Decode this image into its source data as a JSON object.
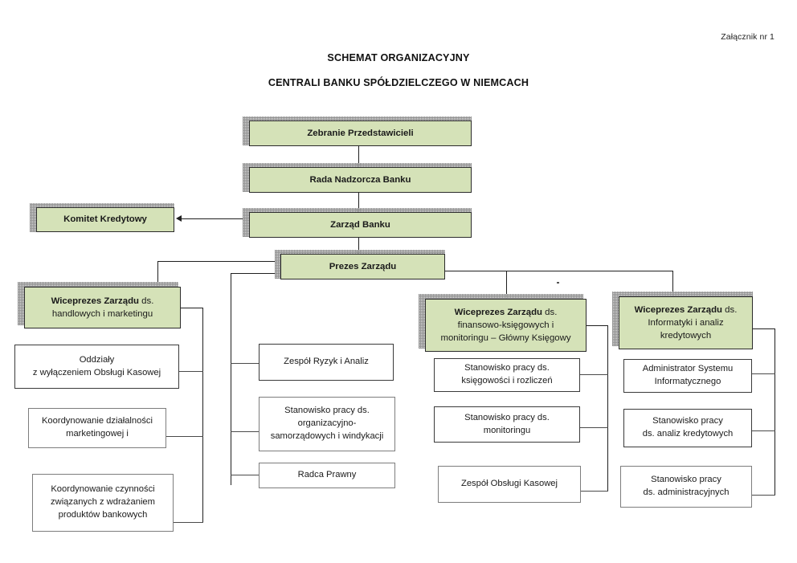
{
  "document": {
    "annex_label": "Załącznik nr 1",
    "title_line1": "SCHEMAT ORGANIZACYJNY",
    "title_line2": "CENTRALI BANKU SPÓŁDZIELCZEGO W NIEMCACH"
  },
  "colors": {
    "box_fill_green": "#d5e2b8",
    "box_border_dark": "#2b2b2b",
    "box_fill_white": "#ffffff",
    "shadow_gray": "#8f8f8f",
    "line": "#1f1f1f",
    "text": "#1a1a1a"
  },
  "nodes": {
    "assembly": {
      "label": "Zebranie Przedstawicieli",
      "style": "green"
    },
    "supervisory_board": {
      "label": "Rada Nadzorcza Banku",
      "style": "green"
    },
    "management_board": {
      "label": "Zarząd Banku",
      "style": "green"
    },
    "credit_committee": {
      "label": "Komitet Kredytowy",
      "style": "green"
    },
    "president": {
      "label": "Prezes Zarządu",
      "style": "green"
    },
    "vp_commercial": {
      "style": "green",
      "bold_part": "Wiceprezes Zarządu",
      "rest_line1": " ds.",
      "line2": "handlowych i marketingu",
      "line3": ""
    },
    "vp_finance": {
      "style": "green",
      "bold_part": "Wiceprezes Zarządu",
      "rest_line1": " ds.",
      "line2": "finansowo-księgowych i",
      "line3": "monitoringu  – Główny Księgowy"
    },
    "vp_it": {
      "style": "green",
      "bold_part": "Wiceprezes Zarządu",
      "rest_line1": " ds.",
      "line2": "Informatyki i analiz",
      "line3": "kredytowych"
    },
    "branches": {
      "style": "white-thick",
      "line1": "Oddziały",
      "line2": "z wyłączeniem Obsługi Kasowej"
    },
    "marketing_coord": {
      "style": "white-thin",
      "line1": "Koordynowanie działalności",
      "line2": "marketingowej i"
    },
    "product_coord": {
      "style": "white-thin",
      "line1": "Koordynowanie czynności",
      "line2": "związanych z wdrażaniem",
      "line3": "produktów bankowych"
    },
    "risk_team": {
      "style": "white-thick",
      "line1": "Zespół Ryzyk i Analiz"
    },
    "org_position": {
      "style": "white-thin",
      "line1": "Stanowisko pracy ds.",
      "line2": "organizacyjno-",
      "line3": "samorządowych i windykacji"
    },
    "legal_counsel": {
      "style": "white-thin",
      "line1": "Radca Prawny"
    },
    "accounting_position": {
      "style": "white-thick",
      "line1": "Stanowisko pracy ds.",
      "line2": "księgowości i rozliczeń"
    },
    "monitoring_position": {
      "style": "white-thick",
      "line1": "Stanowisko pracy ds.",
      "line2": "monitoringu"
    },
    "cash_service_team": {
      "style": "white-thin",
      "line1": "Zespół Obsługi Kasowej"
    },
    "system_admin": {
      "style": "white-thick",
      "line1": "Administrator Systemu",
      "line2": "Informatycznego"
    },
    "credit_analysis": {
      "style": "white-thick",
      "line1": "Stanowisko pracy",
      "line2": "ds. analiz kredytowych"
    },
    "admin_position": {
      "style": "white-thin",
      "line1": "Stanowisko pracy",
      "line2": "ds. administracyjnych"
    }
  }
}
